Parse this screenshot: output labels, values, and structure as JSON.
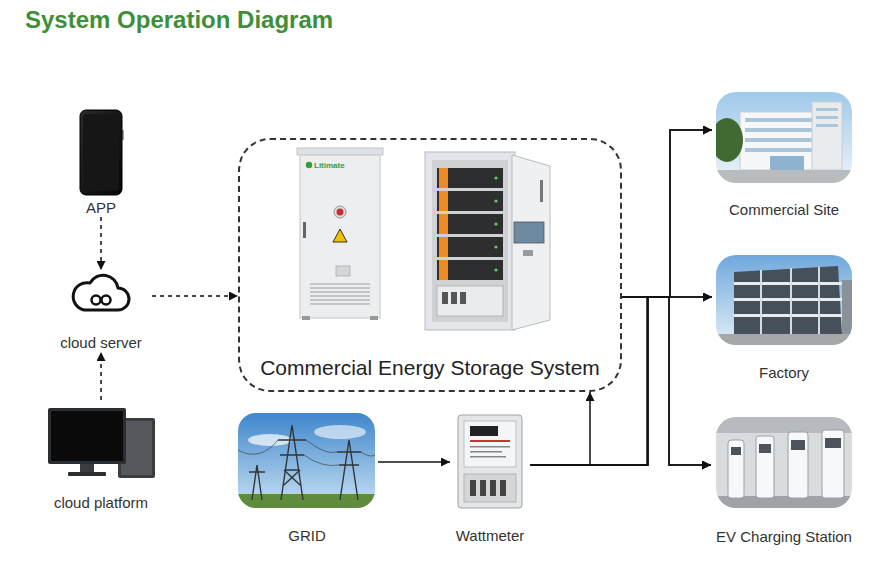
{
  "diagram": {
    "title": "System Operation Diagram",
    "nodes": [
      {
        "text": [
          "APP"
        ]
      },
      {
        "text": [
          "cloud server"
        ]
      },
      {
        "text": [
          "cloud platform"
        ]
      },
      {
        "text": [
          "Commercial Energy Storage System"
        ]
      },
      {
        "text": [
          "GRID"
        ]
      },
      {
        "text": [
          "Wattmeter"
        ]
      },
      {
        "text": [
          "Commercial Site"
        ]
      },
      {
        "text": [
          "Factory"
        ]
      },
      {
        "text": [
          "EV Charging Station"
        ]
      }
    ],
    "edges": [
      {
        "from": 0,
        "to": 1,
        "arrow": "to"
      },
      {
        "from": 2,
        "to": 1,
        "arrow": "to"
      },
      {
        "from": 1,
        "to": 3,
        "arrow": "to"
      },
      {
        "from": 4,
        "to": 5,
        "arrow": "to"
      },
      {
        "from": 5,
        "to": 3,
        "arrow": "to"
      },
      {
        "from": 3,
        "to": 6,
        "arrow": "to"
      },
      {
        "from": 3,
        "to": 7,
        "arrow": "to"
      },
      {
        "from": 3,
        "to": 8,
        "arrow": "to"
      },
      {
        "from": 5,
        "to": 6,
        "arrow": "to"
      },
      {
        "from": 5,
        "to": 7,
        "arrow": "to"
      },
      {
        "from": 5,
        "to": 8,
        "arrow": "to"
      }
    ],
    "labels": [
      "Litimate"
    ]
  }
}
